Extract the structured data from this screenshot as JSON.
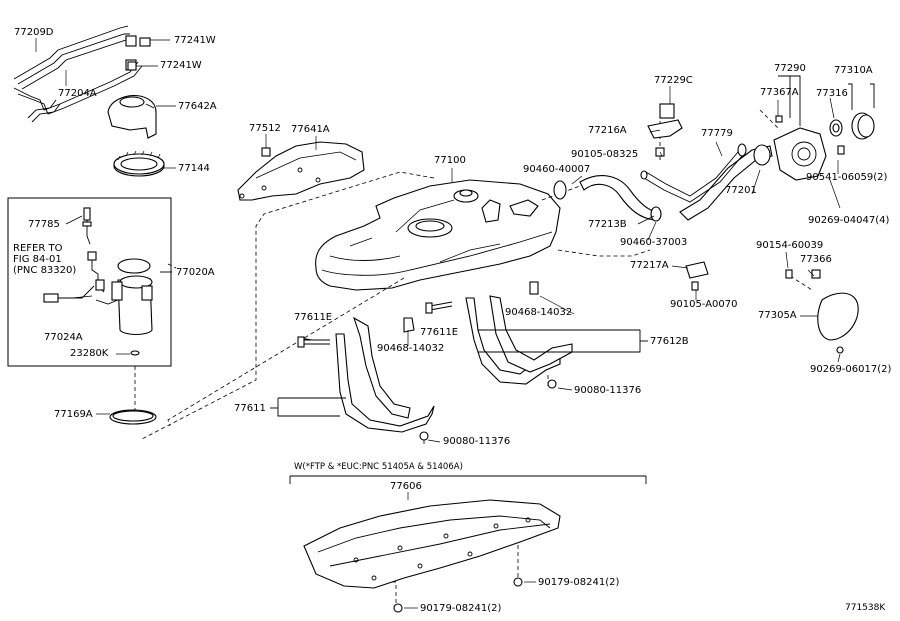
{
  "diagram_id": "771538K",
  "labels": {
    "p77209D": "77209D",
    "p77241W_a": "77241W",
    "p77241W_b": "77241W",
    "p77204A": "77204A",
    "p77642A": "77642A",
    "p77144": "77144",
    "p77785": "77785",
    "p77020A": "77020A",
    "p77024A": "77024A",
    "p23280K": "23280K",
    "p77169A": "77169A",
    "p77512": "77512",
    "p77641A": "77641A",
    "p77100": "77100",
    "p77611E_a": "77611E",
    "p77611E_b": "77611E",
    "p90468_a": "90468-14032",
    "p90468_b": "90468-14032",
    "p77611": "77611",
    "p90080_a": "90080-11376",
    "p90080_b": "90080-11376",
    "p77612B": "77612B",
    "p77229C": "77229C",
    "p77216A": "77216A",
    "p90105_08325": "90105-08325",
    "p90460_40007": "90460-40007",
    "p77213B": "77213B",
    "p90460_37003": "90460-37003",
    "p77217A": "77217A",
    "p90105_A0070": "90105-A0070",
    "p77779": "77779",
    "p77201": "77201",
    "p77290": "77290",
    "p77367A": "77367A",
    "p77316": "77316",
    "p77310A": "77310A",
    "p90541": "90541-06059(2)",
    "p90269_04047": "90269-04047(4)",
    "p90154": "90154-60039",
    "p77366": "77366",
    "p77305A": "77305A",
    "p90269_06017": "90269-06017(2)",
    "p77606": "77606",
    "p90179_a": "90179-08241(2)",
    "p90179_b": "90179-08241(2)"
  },
  "refer_note": "REFER TO\nFIG 84-01\n(PNC 83320)",
  "shield_note": "W(*FTP & *EUC:PNC 51405A & 51406A)"
}
